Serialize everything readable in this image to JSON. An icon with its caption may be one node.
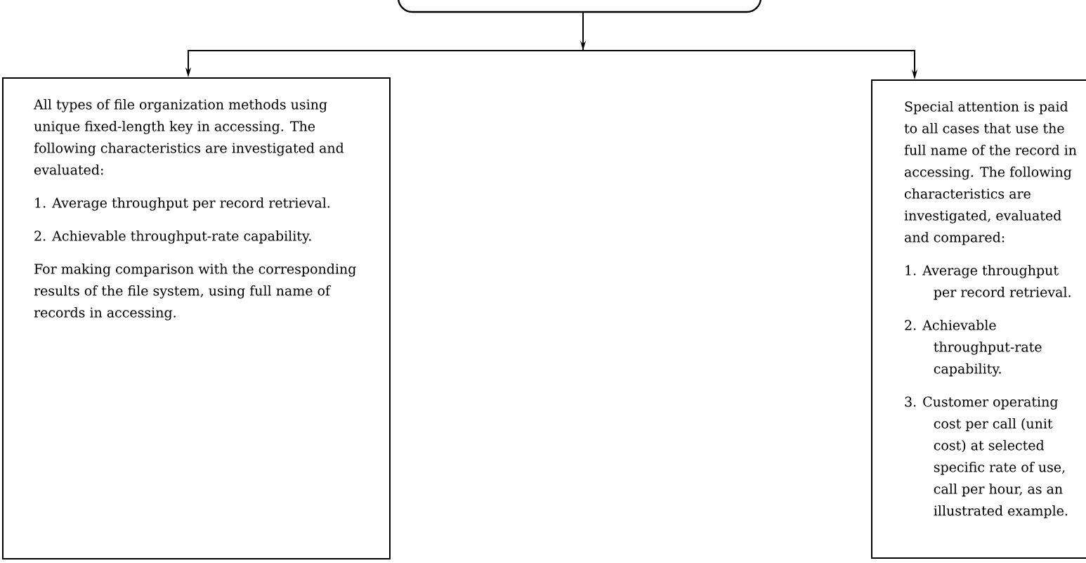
{
  "diagram": {
    "nodes": [
      {
        "text": [],
        "shape": "box"
      },
      {
        "text": [
          "All types of file organization methods using unique fixed-length key in accessing. The following characteristics are investigated and evaluated:",
          "1. Average throughput per record retrieval.",
          "2. Achievable throughput-rate capability.",
          "For making comparison with the corresponding results of the file system, using full name of records in accessing."
        ]
      },
      {
        "text": [
          "Special attention is paid to all cases that use the full name of the record in accessing. The following characteristics are investigated, evaluated and compared:",
          "1. Average throughput per record retrieval.",
          "2. Achievable throughput-rate capability.",
          "3. Customer operating cost per call (unit cost) at selected specific rate of use, call per hour, as an illustrated example."
        ]
      }
    ],
    "edges": [
      {
        "from": 0,
        "to": 1,
        "arrow": "to"
      },
      {
        "from": 0,
        "to": 2,
        "arrow": "to"
      }
    ]
  }
}
